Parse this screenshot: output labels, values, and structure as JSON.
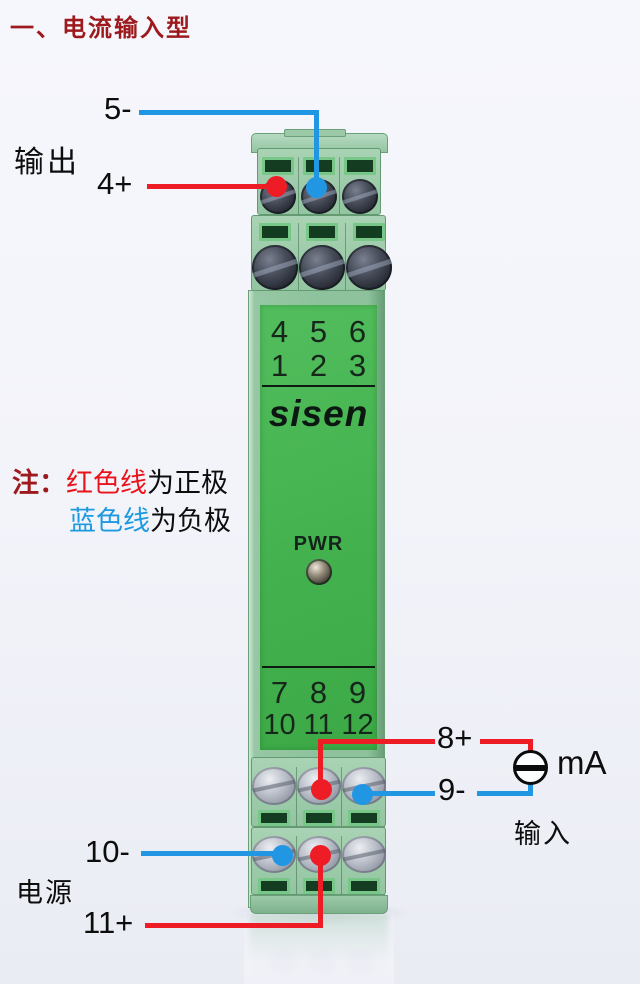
{
  "title": "一、电流输入型",
  "device": {
    "brand": "sisen",
    "pwr_label": "PWR",
    "terminal_numbers": {
      "row1": [
        "4",
        "5",
        "6"
      ],
      "row2": [
        "1",
        "2",
        "3"
      ],
      "row3": [
        "7",
        "8",
        "9"
      ],
      "row4": [
        "10",
        "11",
        "12"
      ]
    }
  },
  "annotations": {
    "output": {
      "group_label": "输出",
      "negative": "5-",
      "positive": "4+"
    },
    "input": {
      "group_label": "输入",
      "positive": "8+",
      "negative": "9-",
      "meter_unit": "mA"
    },
    "power": {
      "group_label": "电源",
      "negative": "10-",
      "positive": "11+"
    },
    "note": {
      "prefix": "注：",
      "red_term": "红色线",
      "red_desc": "为正极",
      "blue_term": "蓝色线",
      "blue_desc": "为负极"
    }
  },
  "colors": {
    "title_red": "#9c1a1d",
    "note_red": "#e8141c",
    "note_blue": "#1e9ae0",
    "wire_red": "#ee1c25",
    "wire_blue": "#2196e3",
    "case_green": "#8dc29c",
    "panel_green": "#43b24e"
  }
}
